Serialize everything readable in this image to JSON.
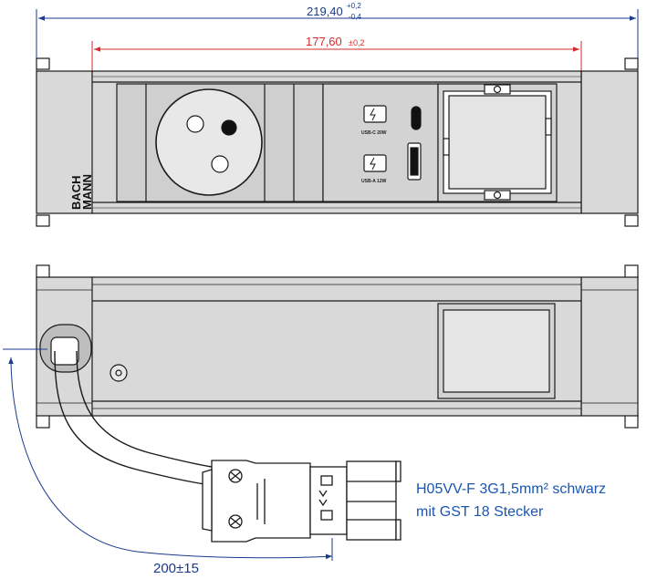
{
  "dimensions": {
    "overall": {
      "value": "219,40",
      "tol_upper": "+0,2",
      "tol_lower": "-0,4"
    },
    "inner": {
      "value": "177,60",
      "tol": "±0,2"
    },
    "cable_length": "200±15"
  },
  "brand": {
    "line1": "BACH",
    "line2": "MANN"
  },
  "usb": {
    "c_label": "USB-C 20W",
    "a_label": "USB-A 12W"
  },
  "cable_note": {
    "line1": "H05VV-F 3G1,5mm² schwarz",
    "line2": "mit GST 18 Stecker"
  },
  "colors": {
    "dim_blue": "#1a3a8c",
    "dim_red": "#d42a2a",
    "note_blue": "#1a56b0",
    "body_gray": "#d9d9d9",
    "line": "#1a1a1a"
  }
}
